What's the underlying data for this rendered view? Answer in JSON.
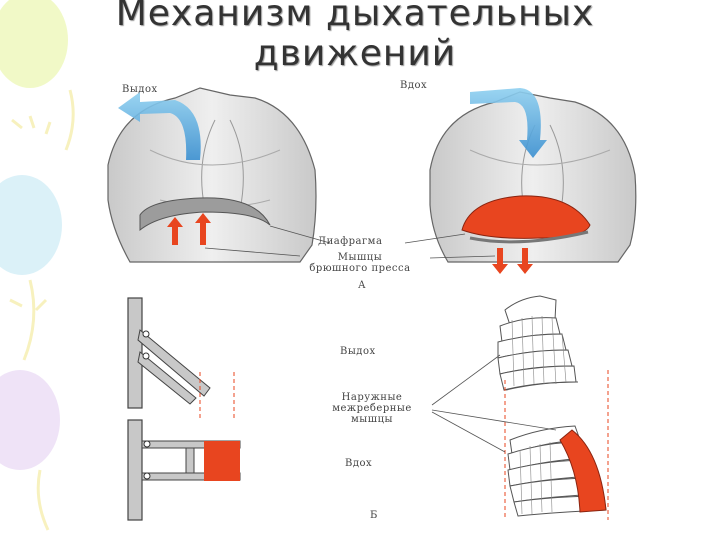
{
  "slide": {
    "title_line1": "Механизм дыхательных",
    "title_line2": "движений"
  },
  "panel_a": {
    "exhale_label": "Выдох",
    "inhale_label": "Вдох",
    "diaphragm_label": "Диафрагма",
    "abdominal_label_1": "Мышцы",
    "abdominal_label_2": "брюшного пресса",
    "panel_letter": "А"
  },
  "panel_b": {
    "exhale_label": "Выдох",
    "muscles_label_1": "Наружные",
    "muscles_label_2": "межреберные",
    "muscles_label_3": "мышцы",
    "inhale_label": "Вдох",
    "panel_letter": "Б"
  },
  "colors": {
    "muscle_red": "#e8451f",
    "arrow_blue": "#4aa3d8",
    "skin": "#d8d8d8",
    "ink": "#444444"
  }
}
